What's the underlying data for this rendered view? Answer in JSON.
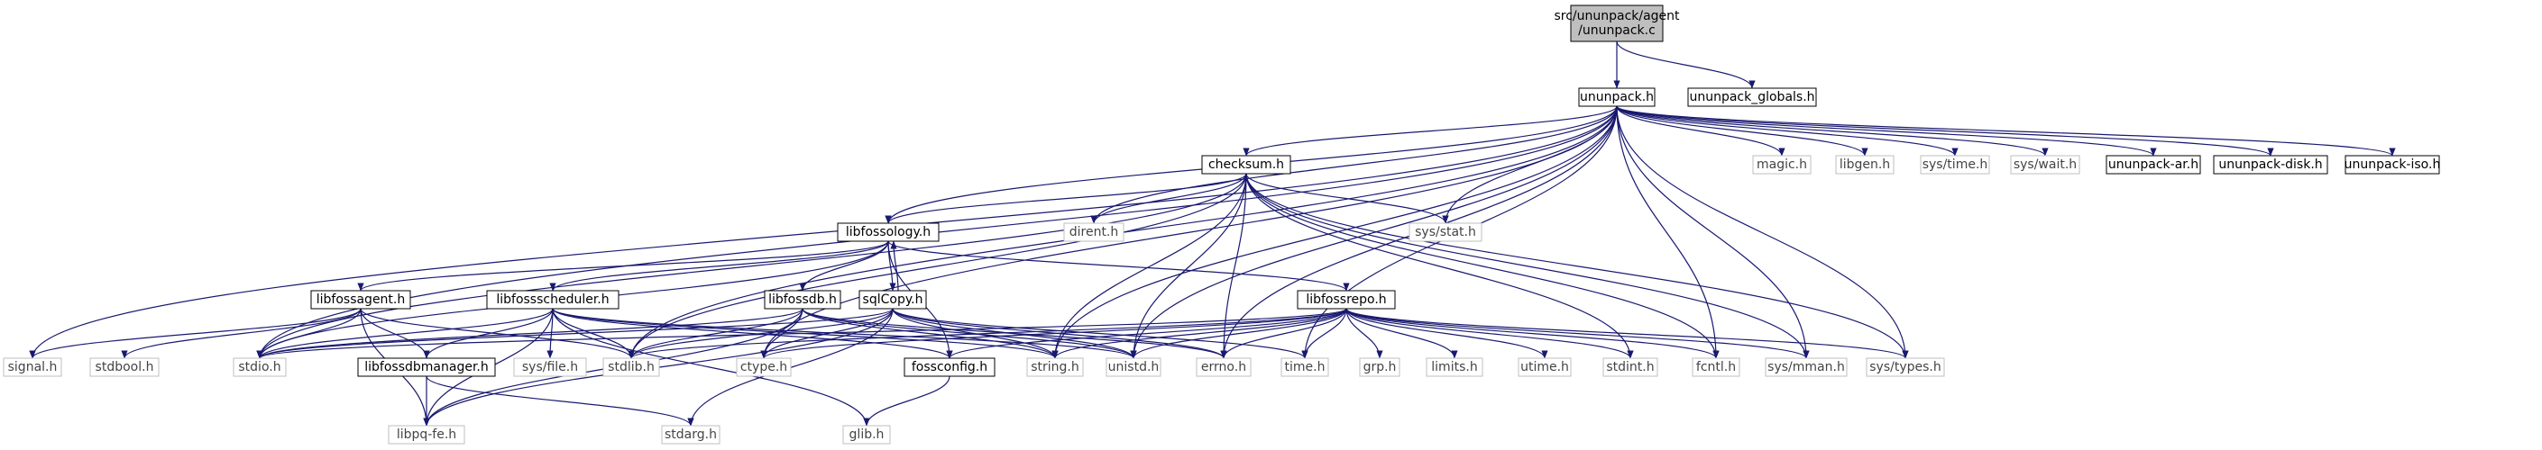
{
  "graph": {
    "root": "src/ununpack/agent/ununpack.c",
    "colors": {
      "edge": "#191970",
      "root_fill": "#bfbfbf",
      "node_border": "#000000",
      "system_border": "#bfbfbf",
      "node_fill": "#ffffff"
    },
    "nodes": [
      {
        "id": "root",
        "label_lines": [
          "src/ununpack/agent",
          "/ununpack.c"
        ],
        "kind": "root"
      },
      {
        "id": "ununpack_h",
        "label_lines": [
          "ununpack.h"
        ],
        "kind": "local"
      },
      {
        "id": "globals",
        "label_lines": [
          "ununpack_globals.h"
        ],
        "kind": "local"
      },
      {
        "id": "checksum",
        "label_lines": [
          "checksum.h"
        ],
        "kind": "local"
      },
      {
        "id": "libfossology",
        "label_lines": [
          "libfossology.h"
        ],
        "kind": "local"
      },
      {
        "id": "magic",
        "label_lines": [
          "magic.h"
        ],
        "kind": "system"
      },
      {
        "id": "libgen",
        "label_lines": [
          "libgen.h"
        ],
        "kind": "system"
      },
      {
        "id": "systime",
        "label_lines": [
          "sys/time.h"
        ],
        "kind": "system"
      },
      {
        "id": "syswait",
        "label_lines": [
          "sys/wait.h"
        ],
        "kind": "system"
      },
      {
        "id": "ar",
        "label_lines": [
          "ununpack-ar.h"
        ],
        "kind": "local"
      },
      {
        "id": "disk",
        "label_lines": [
          "ununpack-disk.h"
        ],
        "kind": "local"
      },
      {
        "id": "iso",
        "label_lines": [
          "ununpack-iso.h"
        ],
        "kind": "local"
      },
      {
        "id": "dirent",
        "label_lines": [
          "dirent.h"
        ],
        "kind": "system"
      },
      {
        "id": "sysstat",
        "label_lines": [
          "sys/stat.h"
        ],
        "kind": "system"
      },
      {
        "id": "libfossagent",
        "label_lines": [
          "libfossagent.h"
        ],
        "kind": "local"
      },
      {
        "id": "libfossscheduler",
        "label_lines": [
          "libfossscheduler.h"
        ],
        "kind": "local"
      },
      {
        "id": "libfossdb",
        "label_lines": [
          "libfossdb.h"
        ],
        "kind": "local"
      },
      {
        "id": "sqlcopy",
        "label_lines": [
          "sqlCopy.h"
        ],
        "kind": "local"
      },
      {
        "id": "libfossrepo",
        "label_lines": [
          "libfossrepo.h"
        ],
        "kind": "local"
      },
      {
        "id": "signal",
        "label_lines": [
          "signal.h"
        ],
        "kind": "system"
      },
      {
        "id": "stdbool",
        "label_lines": [
          "stdbool.h"
        ],
        "kind": "system"
      },
      {
        "id": "stdio",
        "label_lines": [
          "stdio.h"
        ],
        "kind": "system"
      },
      {
        "id": "libfossdbmanager",
        "label_lines": [
          "libfossdbmanager.h"
        ],
        "kind": "local"
      },
      {
        "id": "sysfile",
        "label_lines": [
          "sys/file.h"
        ],
        "kind": "system"
      },
      {
        "id": "stdlib",
        "label_lines": [
          "stdlib.h"
        ],
        "kind": "system"
      },
      {
        "id": "ctype",
        "label_lines": [
          "ctype.h"
        ],
        "kind": "system"
      },
      {
        "id": "fossconfig",
        "label_lines": [
          "fossconfig.h"
        ],
        "kind": "local"
      },
      {
        "id": "string",
        "label_lines": [
          "string.h"
        ],
        "kind": "system"
      },
      {
        "id": "unistd",
        "label_lines": [
          "unistd.h"
        ],
        "kind": "system"
      },
      {
        "id": "errno",
        "label_lines": [
          "errno.h"
        ],
        "kind": "system"
      },
      {
        "id": "time",
        "label_lines": [
          "time.h"
        ],
        "kind": "system"
      },
      {
        "id": "grp",
        "label_lines": [
          "grp.h"
        ],
        "kind": "system"
      },
      {
        "id": "limits",
        "label_lines": [
          "limits.h"
        ],
        "kind": "system"
      },
      {
        "id": "utime",
        "label_lines": [
          "utime.h"
        ],
        "kind": "system"
      },
      {
        "id": "stdint",
        "label_lines": [
          "stdint.h"
        ],
        "kind": "system"
      },
      {
        "id": "fcntl",
        "label_lines": [
          "fcntl.h"
        ],
        "kind": "system"
      },
      {
        "id": "sysmman",
        "label_lines": [
          "sys/mman.h"
        ],
        "kind": "system"
      },
      {
        "id": "systypes",
        "label_lines": [
          "sys/types.h"
        ],
        "kind": "system"
      },
      {
        "id": "libpqfe",
        "label_lines": [
          "libpq-fe.h"
        ],
        "kind": "system"
      },
      {
        "id": "stdarg",
        "label_lines": [
          "stdarg.h"
        ],
        "kind": "system"
      },
      {
        "id": "glib",
        "label_lines": [
          "glib.h"
        ],
        "kind": "system"
      }
    ],
    "edges": [
      [
        "root",
        "ununpack_h"
      ],
      [
        "root",
        "globals"
      ],
      [
        "ununpack_h",
        "checksum"
      ],
      [
        "ununpack_h",
        "libfossology"
      ],
      [
        "ununpack_h",
        "magic"
      ],
      [
        "ununpack_h",
        "libgen"
      ],
      [
        "ununpack_h",
        "systime"
      ],
      [
        "ununpack_h",
        "syswait"
      ],
      [
        "ununpack_h",
        "ar"
      ],
      [
        "ununpack_h",
        "disk"
      ],
      [
        "ununpack_h",
        "iso"
      ],
      [
        "ununpack_h",
        "dirent"
      ],
      [
        "ununpack_h",
        "sysstat"
      ],
      [
        "ununpack_h",
        "signal"
      ],
      [
        "ununpack_h",
        "stdio"
      ],
      [
        "ununpack_h",
        "stdlib"
      ],
      [
        "ununpack_h",
        "ctype"
      ],
      [
        "ununpack_h",
        "string"
      ],
      [
        "ununpack_h",
        "unistd"
      ],
      [
        "ununpack_h",
        "errno"
      ],
      [
        "ununpack_h",
        "time"
      ],
      [
        "ununpack_h",
        "fcntl"
      ],
      [
        "ununpack_h",
        "sysmman"
      ],
      [
        "ununpack_h",
        "systypes"
      ],
      [
        "checksum",
        "libfossology"
      ],
      [
        "checksum",
        "dirent"
      ],
      [
        "checksum",
        "sysstat"
      ],
      [
        "checksum",
        "stdio"
      ],
      [
        "checksum",
        "stdlib"
      ],
      [
        "checksum",
        "string"
      ],
      [
        "checksum",
        "unistd"
      ],
      [
        "checksum",
        "errno"
      ],
      [
        "checksum",
        "stdint"
      ],
      [
        "checksum",
        "fcntl"
      ],
      [
        "checksum",
        "sysmman"
      ],
      [
        "checksum",
        "systypes"
      ],
      [
        "libfossology",
        "libfossagent"
      ],
      [
        "libfossology",
        "libfossscheduler"
      ],
      [
        "libfossology",
        "libfossdb"
      ],
      [
        "libfossology",
        "sqlcopy"
      ],
      [
        "libfossology",
        "libfossrepo"
      ],
      [
        "libfossology",
        "fossconfig"
      ],
      [
        "libfossology",
        "stdio"
      ],
      [
        "libfossagent",
        "libfossdbmanager"
      ],
      [
        "libfossagent",
        "stdbool"
      ],
      [
        "libfossagent",
        "stdio"
      ],
      [
        "libfossagent",
        "stdlib"
      ],
      [
        "libfossagent",
        "libpqfe"
      ],
      [
        "libfossagent",
        "signal"
      ],
      [
        "libfossscheduler",
        "libfossdbmanager"
      ],
      [
        "libfossscheduler",
        "sysfile"
      ],
      [
        "libfossscheduler",
        "stdio"
      ],
      [
        "libfossscheduler",
        "stdlib"
      ],
      [
        "libfossscheduler",
        "fossconfig"
      ],
      [
        "libfossscheduler",
        "libpqfe"
      ],
      [
        "libfossscheduler",
        "string"
      ],
      [
        "libfossscheduler",
        "unistd"
      ],
      [
        "libfossscheduler",
        "glib"
      ],
      [
        "libfossdb",
        "libpqfe"
      ],
      [
        "libfossdb",
        "stdio"
      ],
      [
        "libfossdb",
        "stdlib"
      ],
      [
        "libfossdb",
        "ctype"
      ],
      [
        "libfossdb",
        "string"
      ],
      [
        "libfossdb",
        "unistd"
      ],
      [
        "libfossdb",
        "errno"
      ],
      [
        "sqlcopy",
        "libfossology"
      ],
      [
        "sqlcopy",
        "libpqfe"
      ],
      [
        "sqlcopy",
        "stdio"
      ],
      [
        "sqlcopy",
        "stdlib"
      ],
      [
        "sqlcopy",
        "ctype"
      ],
      [
        "sqlcopy",
        "string"
      ],
      [
        "sqlcopy",
        "unistd"
      ],
      [
        "sqlcopy",
        "errno"
      ],
      [
        "sqlcopy",
        "stdarg"
      ],
      [
        "sqlcopy",
        "time"
      ],
      [
        "libfossrepo",
        "stdio"
      ],
      [
        "libfossrepo",
        "stdlib"
      ],
      [
        "libfossrepo",
        "ctype"
      ],
      [
        "libfossrepo",
        "string"
      ],
      [
        "libfossrepo",
        "unistd"
      ],
      [
        "libfossrepo",
        "errno"
      ],
      [
        "libfossrepo",
        "time"
      ],
      [
        "libfossrepo",
        "grp"
      ],
      [
        "libfossrepo",
        "limits"
      ],
      [
        "libfossrepo",
        "utime"
      ],
      [
        "libfossrepo",
        "stdint"
      ],
      [
        "libfossrepo",
        "fcntl"
      ],
      [
        "libfossrepo",
        "sysmman"
      ],
      [
        "libfossrepo",
        "systypes"
      ],
      [
        "libfossrepo",
        "fossconfig"
      ],
      [
        "libfossdbmanager",
        "libpqfe"
      ],
      [
        "libfossdbmanager",
        "stdarg"
      ],
      [
        "fossconfig",
        "glib"
      ]
    ]
  }
}
